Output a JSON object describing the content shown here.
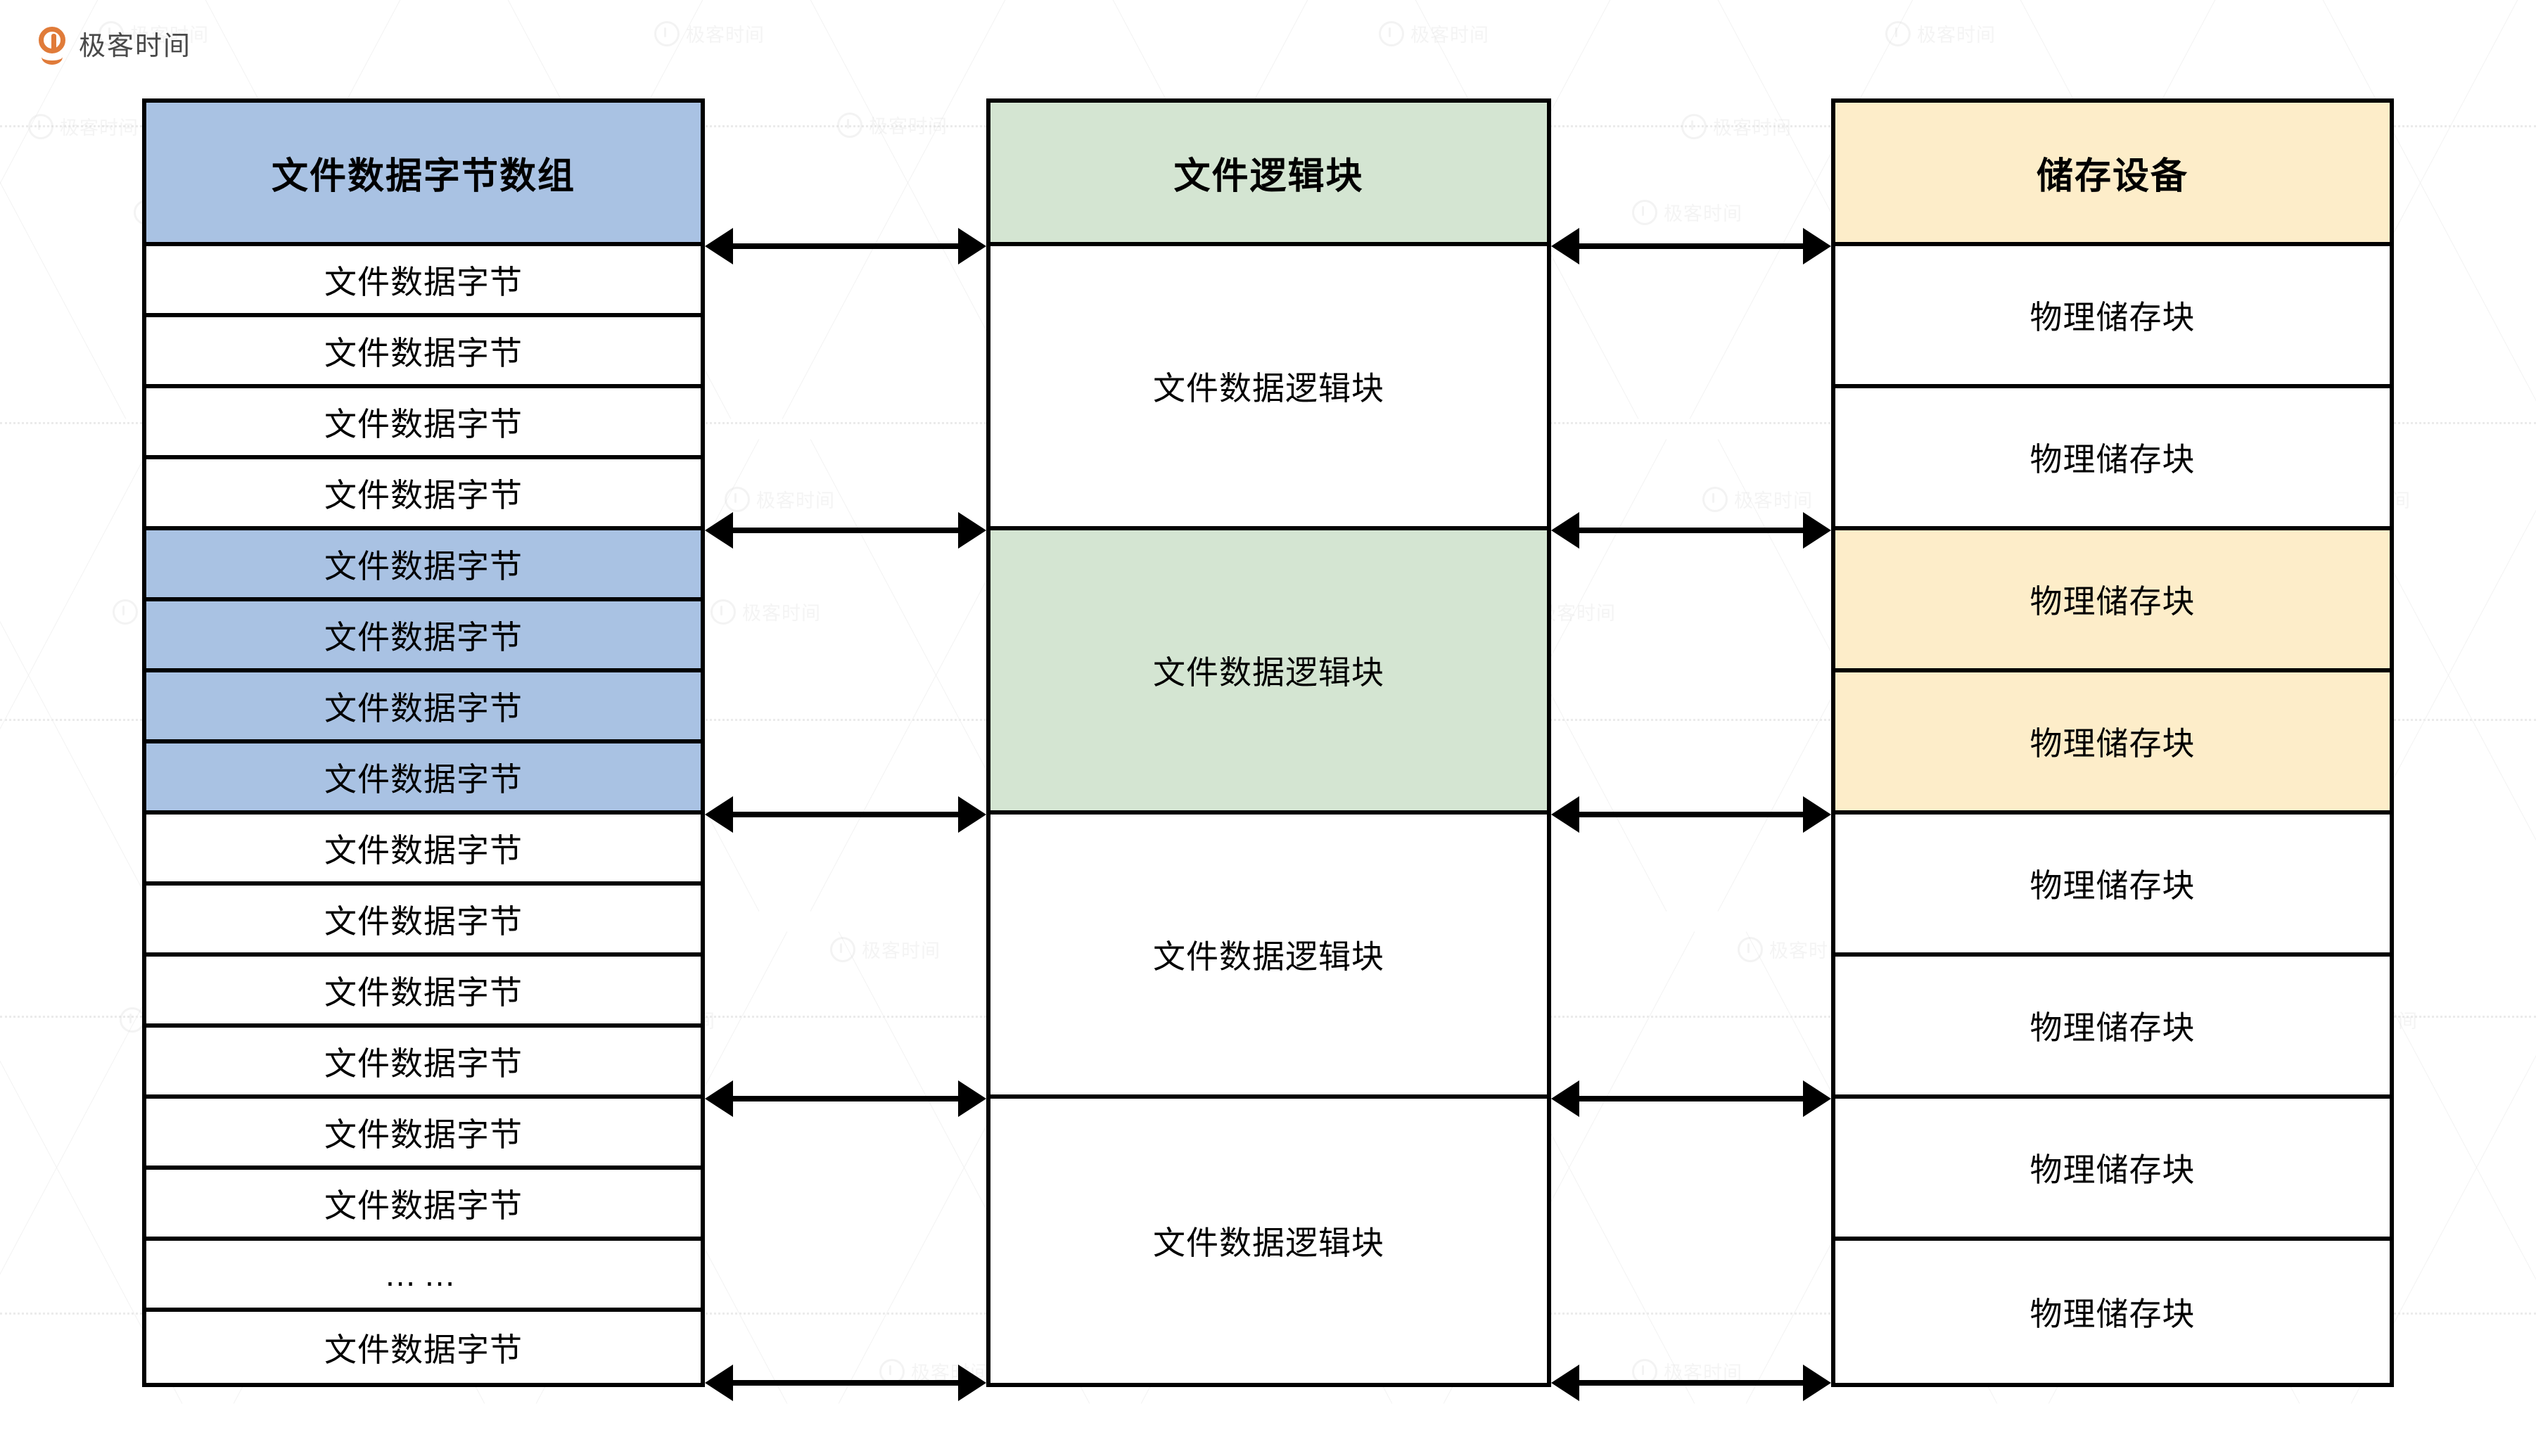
{
  "brand": {
    "name": "极客时间",
    "icon": "geektime-pin-icon"
  },
  "watermark": {
    "text": "极客时间"
  },
  "colors": {
    "byte_fill": "#a9c2e3",
    "logical_fill": "#d4e5d2",
    "storage_fill": "#fdedc9",
    "border": "#000000",
    "brand_orange": "#e07b39"
  },
  "diagram": {
    "columns": [
      {
        "id": "byte-array",
        "header": "文件数据字节数组",
        "header_fill": "blue",
        "cells": [
          {
            "label": "文件数据字节",
            "fill": "none"
          },
          {
            "label": "文件数据字节",
            "fill": "none"
          },
          {
            "label": "文件数据字节",
            "fill": "none"
          },
          {
            "label": "文件数据字节",
            "fill": "none"
          },
          {
            "label": "文件数据字节",
            "fill": "blue"
          },
          {
            "label": "文件数据字节",
            "fill": "blue"
          },
          {
            "label": "文件数据字节",
            "fill": "blue"
          },
          {
            "label": "文件数据字节",
            "fill": "blue"
          },
          {
            "label": "文件数据字节",
            "fill": "none"
          },
          {
            "label": "文件数据字节",
            "fill": "none"
          },
          {
            "label": "文件数据字节",
            "fill": "none"
          },
          {
            "label": "文件数据字节",
            "fill": "none"
          },
          {
            "label": "文件数据字节",
            "fill": "none"
          },
          {
            "label": "文件数据字节",
            "fill": "none"
          },
          {
            "label": "……",
            "fill": "none",
            "kind": "dots"
          },
          {
            "label": "文件数据字节",
            "fill": "none"
          }
        ]
      },
      {
        "id": "logical-block",
        "header": "文件逻辑块",
        "header_fill": "green",
        "cells": [
          {
            "label": "文件数据逻辑块",
            "fill": "none"
          },
          {
            "label": "文件数据逻辑块",
            "fill": "green"
          },
          {
            "label": "文件数据逻辑块",
            "fill": "none"
          },
          {
            "label": "文件数据逻辑块",
            "fill": "none"
          }
        ]
      },
      {
        "id": "storage-device",
        "header": "储存设备",
        "header_fill": "cream",
        "cells": [
          {
            "label": "物理储存块",
            "fill": "none"
          },
          {
            "label": "物理储存块",
            "fill": "none"
          },
          {
            "label": "物理储存块",
            "fill": "cream"
          },
          {
            "label": "物理储存块",
            "fill": "cream"
          },
          {
            "label": "物理储存块",
            "fill": "none"
          },
          {
            "label": "物理储存块",
            "fill": "none"
          },
          {
            "label": "物理储存块",
            "fill": "none"
          },
          {
            "label": "物理储存块",
            "fill": "none"
          }
        ]
      }
    ],
    "arrow_rows": 5,
    "arrow_style": "double-headed"
  }
}
